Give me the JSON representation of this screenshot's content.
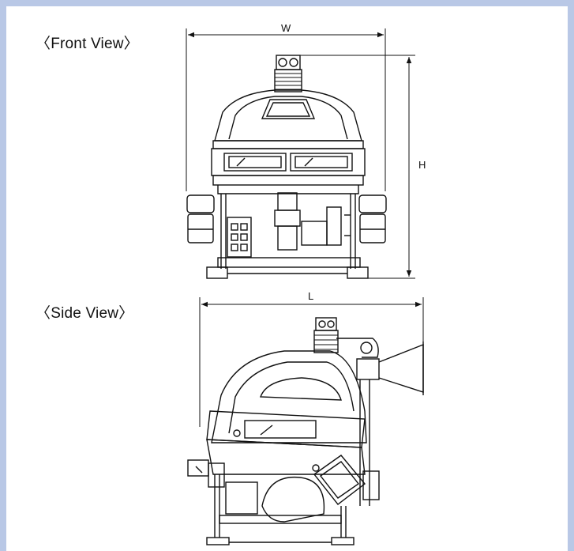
{
  "views": {
    "front": {
      "title": "〈Front View〉"
    },
    "side": {
      "title": "〈Side View〉"
    }
  },
  "dimensions": {
    "width": "W",
    "height": "H",
    "length": "L"
  },
  "colors": {
    "frame": "#b9c8e6",
    "background": "#ffffff",
    "line": "#111111"
  }
}
